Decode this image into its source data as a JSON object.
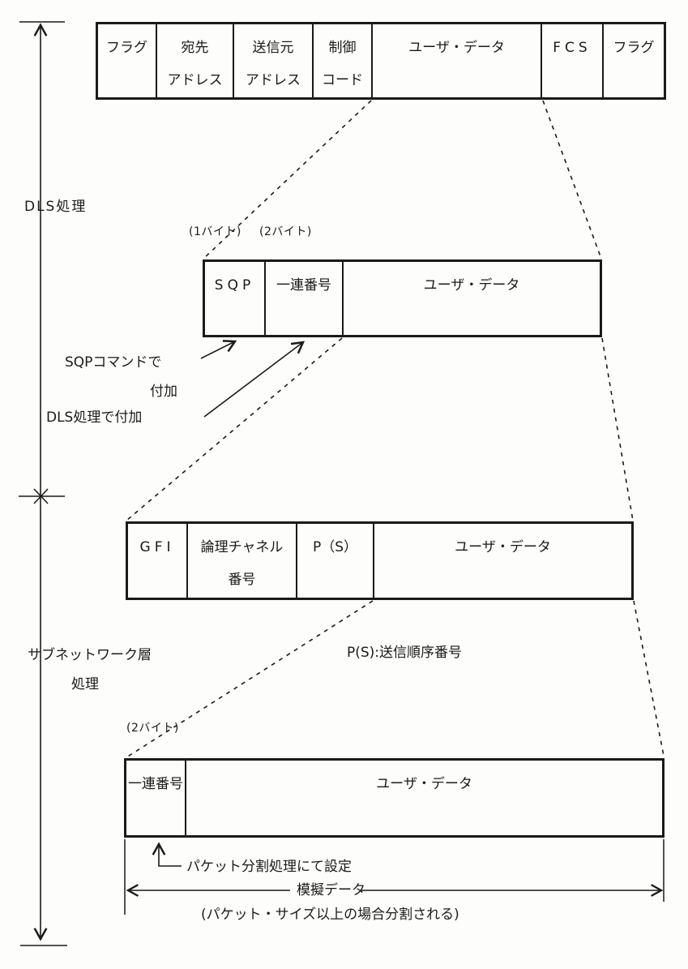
{
  "colors": {
    "ink": "#1a1a1a",
    "paper": "#fdfdfb"
  },
  "left_axis": {
    "dls_process_label": "DLS処理",
    "subnet_process_label_line1": "サブネットワーク層",
    "subnet_process_label_line2": "処理"
  },
  "frames": {
    "hdlc": {
      "cells": {
        "flag_left": "フラグ",
        "dest_address": "宛先\nアドレス",
        "src_address": "送信元\nアドレス",
        "control_code": "制御\nコード",
        "user_data": "ユーザ・データ",
        "fcs": "FCS",
        "flag_right": "フラグ"
      }
    },
    "dls": {
      "byte_label_1": "(1バイト)",
      "byte_label_2": "(2バイト)",
      "cells": {
        "sqp": "SQP",
        "sequence_number": "一連番号",
        "user_data": "ユーザ・データ"
      }
    },
    "subnet": {
      "cells": {
        "gfi": "GFI",
        "logical_channel_number": "論理チャネル\n番号",
        "ps": "P（S）",
        "user_data": "ユーザ・データ"
      }
    },
    "packet": {
      "byte_label": "(2バイト)",
      "cells": {
        "sequence_number": "一連番号",
        "user_data": "ユーザ・データ"
      }
    }
  },
  "annotations": {
    "sqp_command_note_line1": "SQPコマンドで",
    "sqp_command_note_line2": "付加",
    "dls_added_note": "DLS処理で付加",
    "ps_legend": "P(S):送信順序番号",
    "packet_split_note": "パケット分割処理にて設定",
    "mock_data_label": "模擬データ",
    "split_condition_note": "(パケット・サイズ以上の場合分割される)"
  }
}
